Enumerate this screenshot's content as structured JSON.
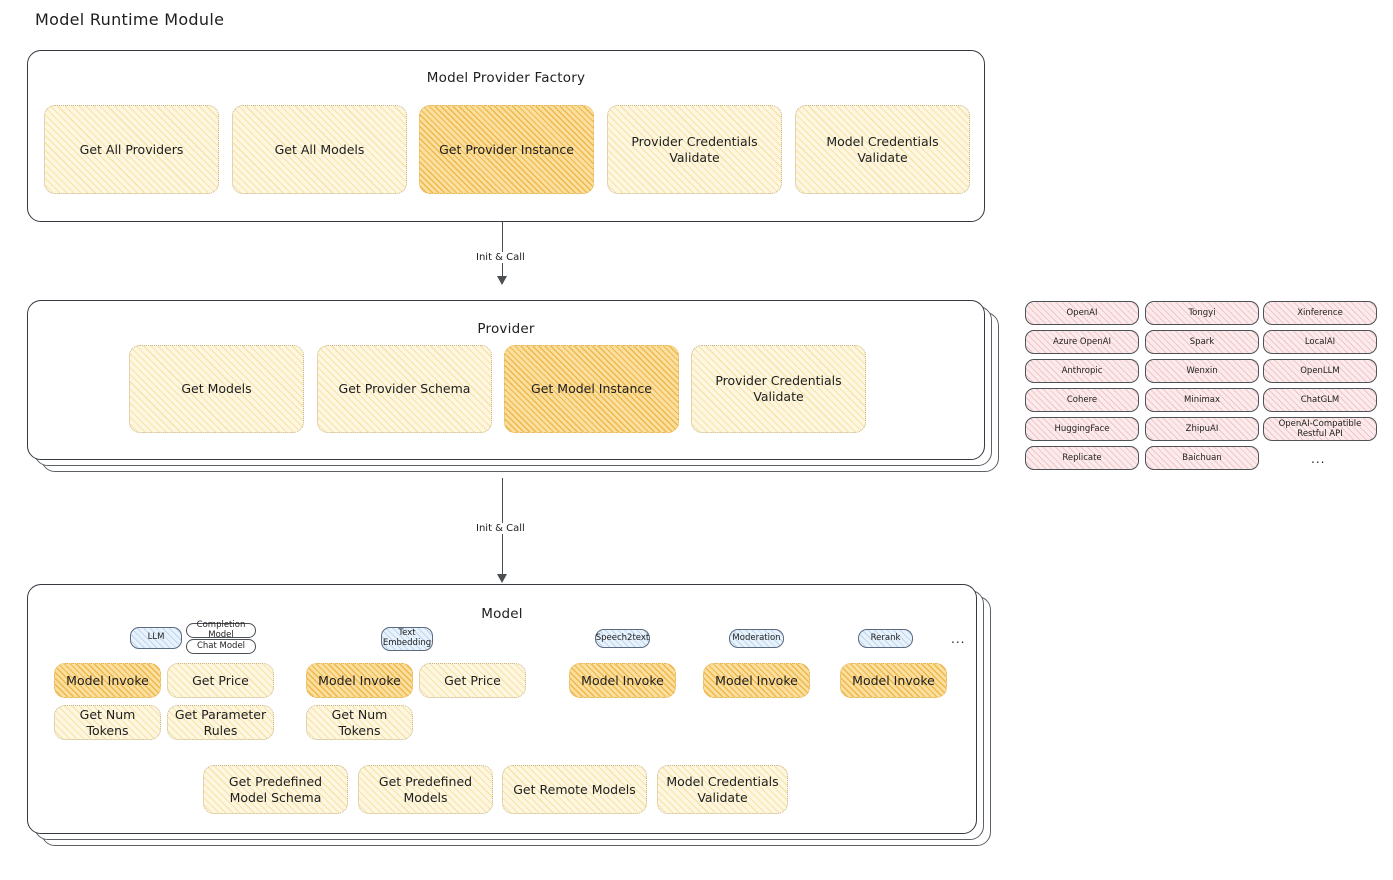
{
  "page": {
    "title": "Model Runtime Module"
  },
  "factory": {
    "title": "Model Provider Factory",
    "items": [
      {
        "label": "Get All Providers",
        "highlight": false
      },
      {
        "label": "Get All Models",
        "highlight": false
      },
      {
        "label": "Get Provider Instance",
        "highlight": true
      },
      {
        "label": "Provider Credentials Validate",
        "highlight": false
      },
      {
        "label": "Model Credentials Validate",
        "highlight": false
      }
    ]
  },
  "arrows": [
    {
      "label": "Init & Call"
    },
    {
      "label": "Init & Call"
    }
  ],
  "provider": {
    "title": "Provider",
    "items": [
      {
        "label": "Get Models",
        "highlight": false
      },
      {
        "label": "Get Provider Schema",
        "highlight": false
      },
      {
        "label": "Get Model Instance",
        "highlight": true
      },
      {
        "label": "Provider Credentials Validate",
        "highlight": false
      }
    ]
  },
  "provider_tags": {
    "columns": [
      [
        "OpenAI",
        "Azure OpenAI",
        "Anthropic",
        "Cohere",
        "HuggingFace",
        "Replicate"
      ],
      [
        "Tongyi",
        "Spark",
        "Wenxin",
        "Minimax",
        "ZhipuAI",
        "Baichuan"
      ],
      [
        "Xinference",
        "LocalAI",
        "OpenLLM",
        "ChatGLM",
        "OpenAI-Compatible Restful API"
      ]
    ],
    "more": "..."
  },
  "model": {
    "title": "Model",
    "more": "...",
    "types": [
      {
        "badge": "LLM",
        "sub_badges": [
          "Completion Model",
          "Chat Model"
        ],
        "functions": [
          {
            "label": "Model Invoke",
            "highlight": true
          },
          {
            "label": "Get Price",
            "highlight": false
          },
          {
            "label": "Get Num Tokens",
            "highlight": false
          },
          {
            "label": "Get Parameter Rules",
            "highlight": false
          }
        ]
      },
      {
        "badge": "Text Embedding",
        "sub_badges": [],
        "functions": [
          {
            "label": "Model Invoke",
            "highlight": true
          },
          {
            "label": "Get Price",
            "highlight": false
          },
          {
            "label": "Get Num Tokens",
            "highlight": false
          }
        ]
      },
      {
        "badge": "Speech2text",
        "sub_badges": [],
        "functions": [
          {
            "label": "Model Invoke",
            "highlight": true
          }
        ]
      },
      {
        "badge": "Moderation",
        "sub_badges": [],
        "functions": [
          {
            "label": "Model Invoke",
            "highlight": true
          }
        ]
      },
      {
        "badge": "Rerank",
        "sub_badges": [],
        "functions": [
          {
            "label": "Model Invoke",
            "highlight": true
          }
        ]
      }
    ],
    "common_functions": [
      {
        "label": "Get Predefined Model Schema"
      },
      {
        "label": "Get Predefined Models"
      },
      {
        "label": "Get Remote Models"
      },
      {
        "label": "Model Credentials Validate"
      }
    ]
  },
  "colors": {
    "chip_fill": "#fdf6e0",
    "chip_highlight_fill": "#fbdf9f",
    "badge_fill": "#e9f2fb",
    "tag_fill": "#fcebec",
    "stroke": "#343a40",
    "text": "#1e1e1e"
  }
}
